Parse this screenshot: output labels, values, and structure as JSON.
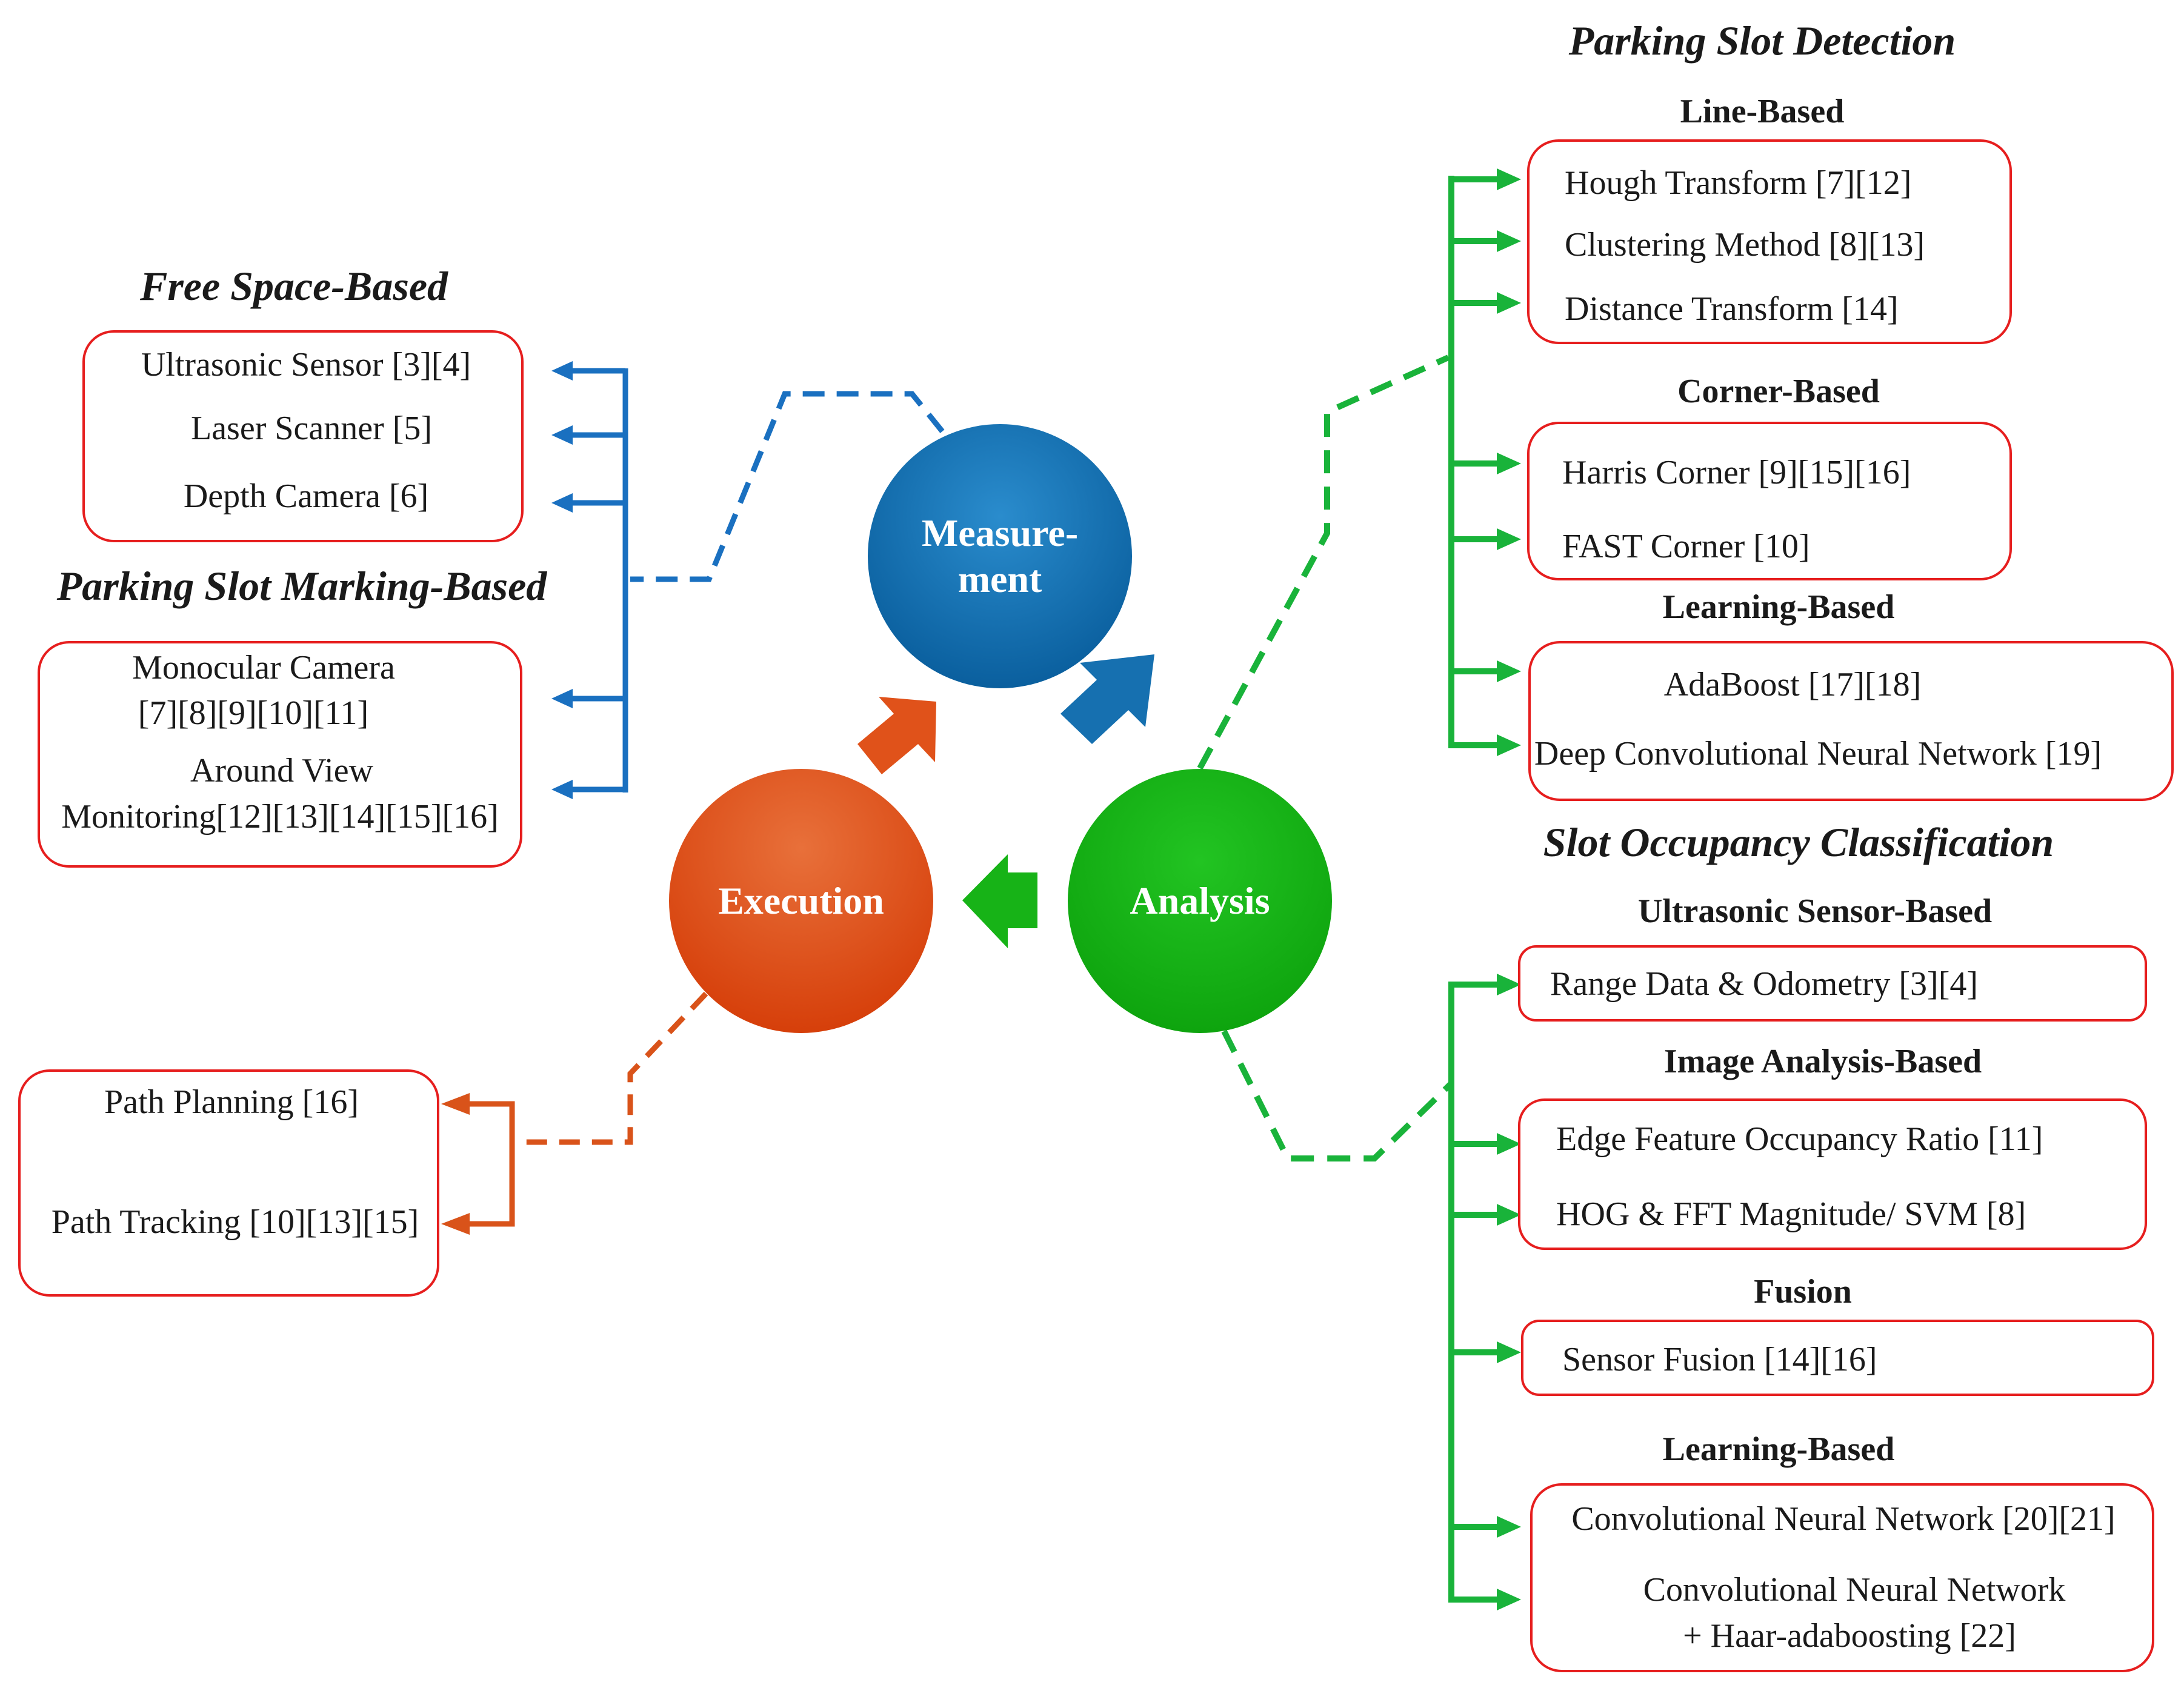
{
  "nodes": {
    "measurement": "Measure-\nment",
    "analysis": "Analysis",
    "execution": "Execution"
  },
  "left": {
    "free_space_title": "Free Space-Based",
    "free_space_items": [
      "Ultrasonic  Sensor [3][4]",
      "Laser Scanner [5]",
      "Depth Camera [6]"
    ],
    "marking_title": "Parking Slot Marking-Based",
    "marking_items": [
      "Monocular  Camera",
      "[7][8][9][10][11]",
      "Around View",
      "Monitoring[12][13][14][15][16]"
    ],
    "execution_items": [
      "Path Planning  [16]",
      "Path Tracking  [10][13][15]"
    ]
  },
  "right": {
    "detection_title": "Parking Slot Detection",
    "line_based": "Line-Based",
    "line_items": [
      "Hough  Transform  [7][12]",
      "Clustering  Method  [8][13]",
      "Distance  Transform  [14]"
    ],
    "corner_based": "Corner-Based",
    "corner_items": [
      "Harris  Corner [9][15][16]",
      "FAST Corner [10]"
    ],
    "learning_based_1": "Learning-Based",
    "learning_items_1": [
      "AdaBoost [17][18]",
      "Deep Convolutional Neural Network  [19]"
    ],
    "occupancy_title": "Slot Occupancy Classification",
    "ultrasonic_based": "Ultrasonic Sensor-Based",
    "ultrasonic_items": [
      "Range  Data & Odometry  [3][4]"
    ],
    "image_based": "Image Analysis-Based",
    "image_items": [
      "Edge Feature  Occupancy  Ratio  [11]",
      "HOG & FFT Magnitude/  SVM  [8]"
    ],
    "fusion": "Fusion",
    "fusion_items": [
      "Sensor Fusion  [14][16]"
    ],
    "learning_based_2": "Learning-Based",
    "learning_items_2": [
      "Convolutional  Neural Network [20][21]",
      "Convolutional  Neural Network",
      "+ Haar-adaboosting   [22]"
    ]
  },
  "colors": {
    "measurement": "#1670b0",
    "analysis": "#17b317",
    "execution": "#e0521a",
    "box_border": "#e61e1e",
    "blue_line": "#1a70c0",
    "green_line": "#19b33a",
    "orange_line": "#d9531a"
  }
}
